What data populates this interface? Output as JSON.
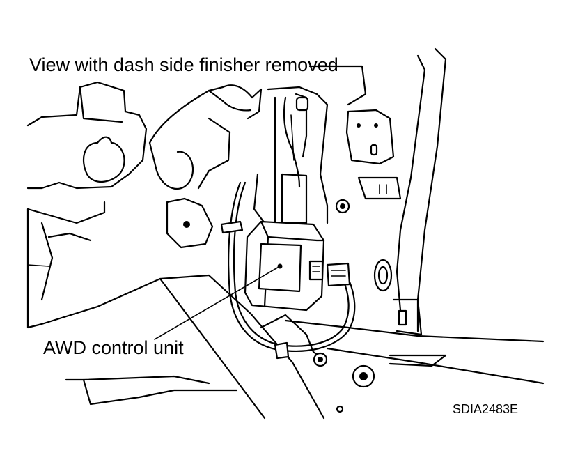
{
  "caption": "View with dash side finisher removed",
  "callout_label": "AWD control unit",
  "figure_id": "SDIA2483E"
}
